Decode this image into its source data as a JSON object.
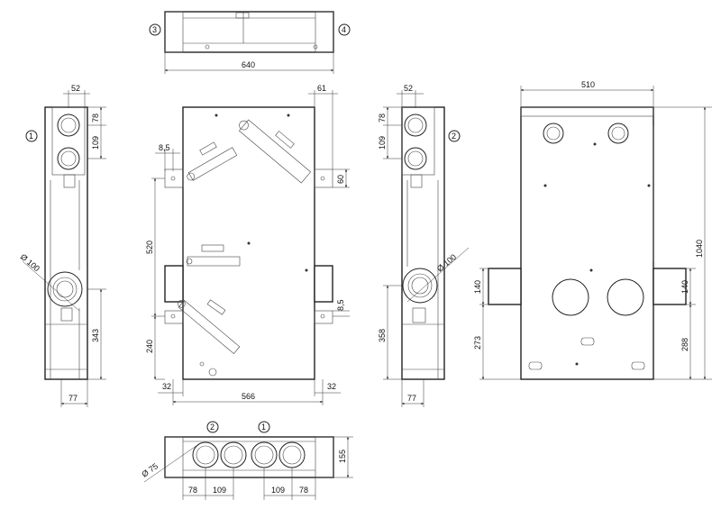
{
  "markers": {
    "m3": "3",
    "m4": "4",
    "m1_left": "1",
    "m2_right": "2",
    "m2_bottom": "2",
    "m1_bottom": "1"
  },
  "dimensions": {
    "top_width": "640",
    "left_52": "52",
    "left_78": "78",
    "left_109": "109",
    "left_d100": "Ø 100",
    "left_343": "343",
    "left_77": "77",
    "front_61": "61",
    "front_8_5_top": "8,5",
    "front_60": "60",
    "front_520": "520",
    "front_8_5_bottom": "8,5",
    "front_240": "240",
    "front_32_left": "32",
    "front_566": "566",
    "front_32_right": "32",
    "right_52": "52",
    "right_78": "78",
    "right_109": "109",
    "right_d100": "Ø 100",
    "right_358": "358",
    "right_77": "77",
    "back_510": "510",
    "back_1040": "1040",
    "back_140_left": "140",
    "back_273": "273",
    "back_140_right": "140",
    "back_288": "288",
    "bottom_d75": "Ø 75",
    "bottom_155": "155",
    "bottom_78_a": "78",
    "bottom_109_a": "109",
    "bottom_109_b": "109",
    "bottom_78_b": "78"
  }
}
